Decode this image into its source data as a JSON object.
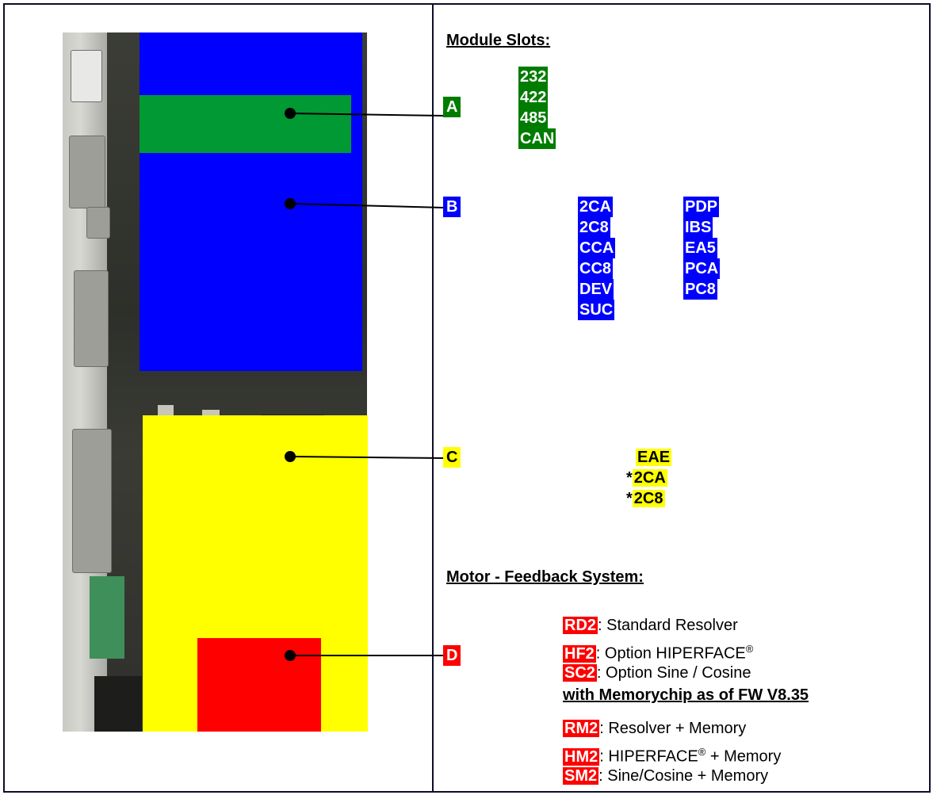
{
  "module_slots": {
    "heading": "Module Slots:",
    "slot_a": {
      "tag": "A",
      "modules": [
        "232",
        "422",
        "485",
        "CAN"
      ]
    },
    "slot_b": {
      "tag": "B",
      "col1": [
        "2CA",
        "2C8",
        "CCA",
        "CC8",
        "DEV",
        "SUC"
      ],
      "col2": [
        "PDP",
        "IBS",
        "EA5",
        "PCA",
        "PC8"
      ]
    },
    "slot_c": {
      "tag": "C",
      "modules": [
        {
          "prefix": "",
          "code": "EAE"
        },
        {
          "prefix": "*",
          "code": "2CA"
        },
        {
          "prefix": "*",
          "code": "2C8"
        }
      ]
    }
  },
  "feedback": {
    "heading": "Motor - Feedback System:",
    "tag": "D",
    "standard": [
      {
        "code": "RD2",
        "desc": ": Standard Resolver",
        "registered": false
      },
      {
        "code": "HF2",
        "desc": ": Option HIPERFACE",
        "registered": true
      },
      {
        "code": "SC2",
        "desc": ": Option Sine / Cosine",
        "registered": false
      }
    ],
    "memory_heading": "with Memorychip as of FW V8.35",
    "memory": [
      {
        "code": "RM2",
        "desc_before": ": Resolver + Memory",
        "registered": false,
        "desc_after": ""
      },
      {
        "code": "HM2",
        "desc_before": ": HIPERFACE",
        "registered": true,
        "desc_after": " + Memory"
      },
      {
        "code": "SM2",
        "desc_before": ": Sine/Cosine + Memory",
        "registered": false,
        "desc_after": ""
      }
    ],
    "registered_mark": "®"
  },
  "colors": {
    "slot_a": "#009933",
    "slot_b": "#0000ff",
    "slot_c": "#ffff00",
    "slot_d": "#ff0000"
  }
}
